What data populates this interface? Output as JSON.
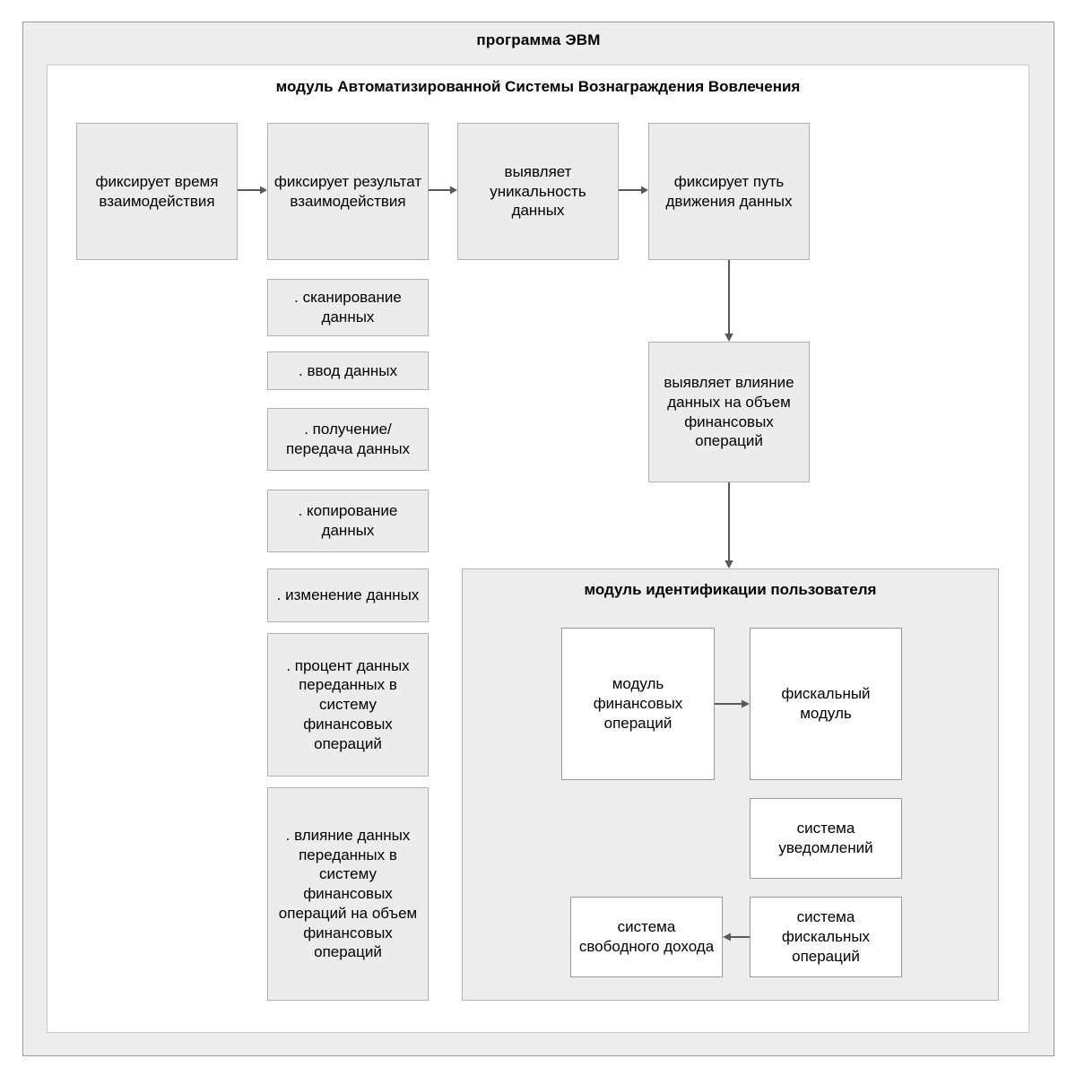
{
  "diagram": {
    "outer_panel": {
      "title": "программа ЭВМ"
    },
    "inner_panel": {
      "title": "модуль Автоматизированной Системы Вознаграждения Вовлечения"
    },
    "process_row": [
      {
        "id": "fix-time",
        "label": "фиксирует время взаимодействия"
      },
      {
        "id": "fix-result",
        "label": "фиксирует результат взаимодействия"
      },
      {
        "id": "detect-unique",
        "label": "выявляет уникальность данных"
      },
      {
        "id": "fix-path",
        "label": "фиксирует путь движения данных"
      }
    ],
    "impact_node": {
      "id": "detect-impact",
      "label": "выявляет влияние данных на объем финансовых операций"
    },
    "function_list": [
      {
        "id": "scan",
        "label": ". сканирование данных"
      },
      {
        "id": "input",
        "label": ". ввод данных"
      },
      {
        "id": "transfer",
        "label": ". получение/передача данных"
      },
      {
        "id": "copy",
        "label": ". копирование данных"
      },
      {
        "id": "change",
        "label": ". изменение данных"
      },
      {
        "id": "percent",
        "label": ". процент данных переданных в систему финансовых операций"
      },
      {
        "id": "influence",
        "label": ". влияние данных переданных в систему финансовых операций на объем финансовых операций"
      }
    ],
    "user_module": {
      "title": "модуль идентификации пользователя",
      "nodes": [
        {
          "id": "fin-ops-module",
          "label": "модуль финансовых операций"
        },
        {
          "id": "fiscal-module",
          "label": "фискальный модуль"
        },
        {
          "id": "notify-system",
          "label": "система уведомлений"
        },
        {
          "id": "free-income",
          "label": "система свободного дохода"
        },
        {
          "id": "fiscal-ops-system",
          "label": "система фискальных операций"
        }
      ]
    },
    "colors": {
      "page_background": "#ffffff",
      "panel_fill": "#ededed",
      "node_gray_fill": "#ececec",
      "node_white_fill": "#ffffff",
      "border": "#9a9a9a",
      "arrow": "#595959",
      "text": "#000000"
    },
    "connectors": [
      {
        "from": "fix-time",
        "to": "fix-result",
        "direction": "right"
      },
      {
        "from": "fix-result",
        "to": "detect-unique",
        "direction": "right"
      },
      {
        "from": "detect-unique",
        "to": "fix-path",
        "direction": "right"
      },
      {
        "from": "fix-path",
        "to": "detect-impact",
        "direction": "down"
      },
      {
        "from": "detect-impact",
        "to": "user-module",
        "direction": "down"
      },
      {
        "from": "fin-ops-module",
        "to": "fiscal-module",
        "direction": "right"
      },
      {
        "from": "fiscal-ops-system",
        "to": "free-income",
        "direction": "left"
      }
    ]
  }
}
